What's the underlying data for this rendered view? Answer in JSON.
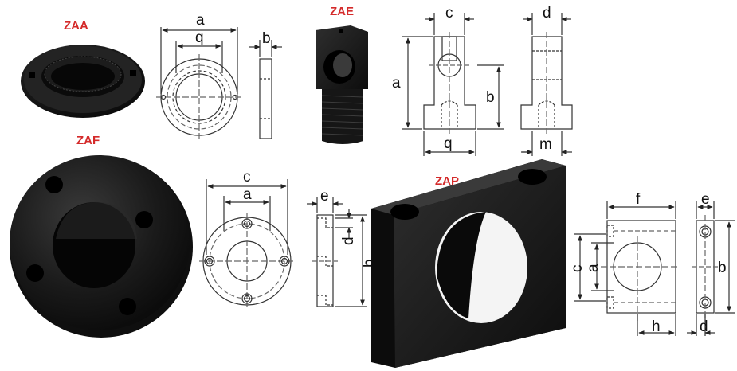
{
  "colors": {
    "label_red": "#d42a2a",
    "part_black": "#151515",
    "line": "#333333"
  },
  "products": [
    {
      "code": "ZAA",
      "dimensions": [
        "a",
        "q",
        "b"
      ]
    },
    {
      "code": "ZAE",
      "dimensions": [
        "c",
        "d",
        "a",
        "b",
        "q",
        "m"
      ]
    },
    {
      "code": "ZAF",
      "dimensions": [
        "c",
        "a",
        "e",
        "d",
        "b"
      ]
    },
    {
      "code": "ZAP",
      "dimensions": [
        "f",
        "e",
        "c",
        "a",
        "b",
        "h",
        "d"
      ]
    }
  ]
}
